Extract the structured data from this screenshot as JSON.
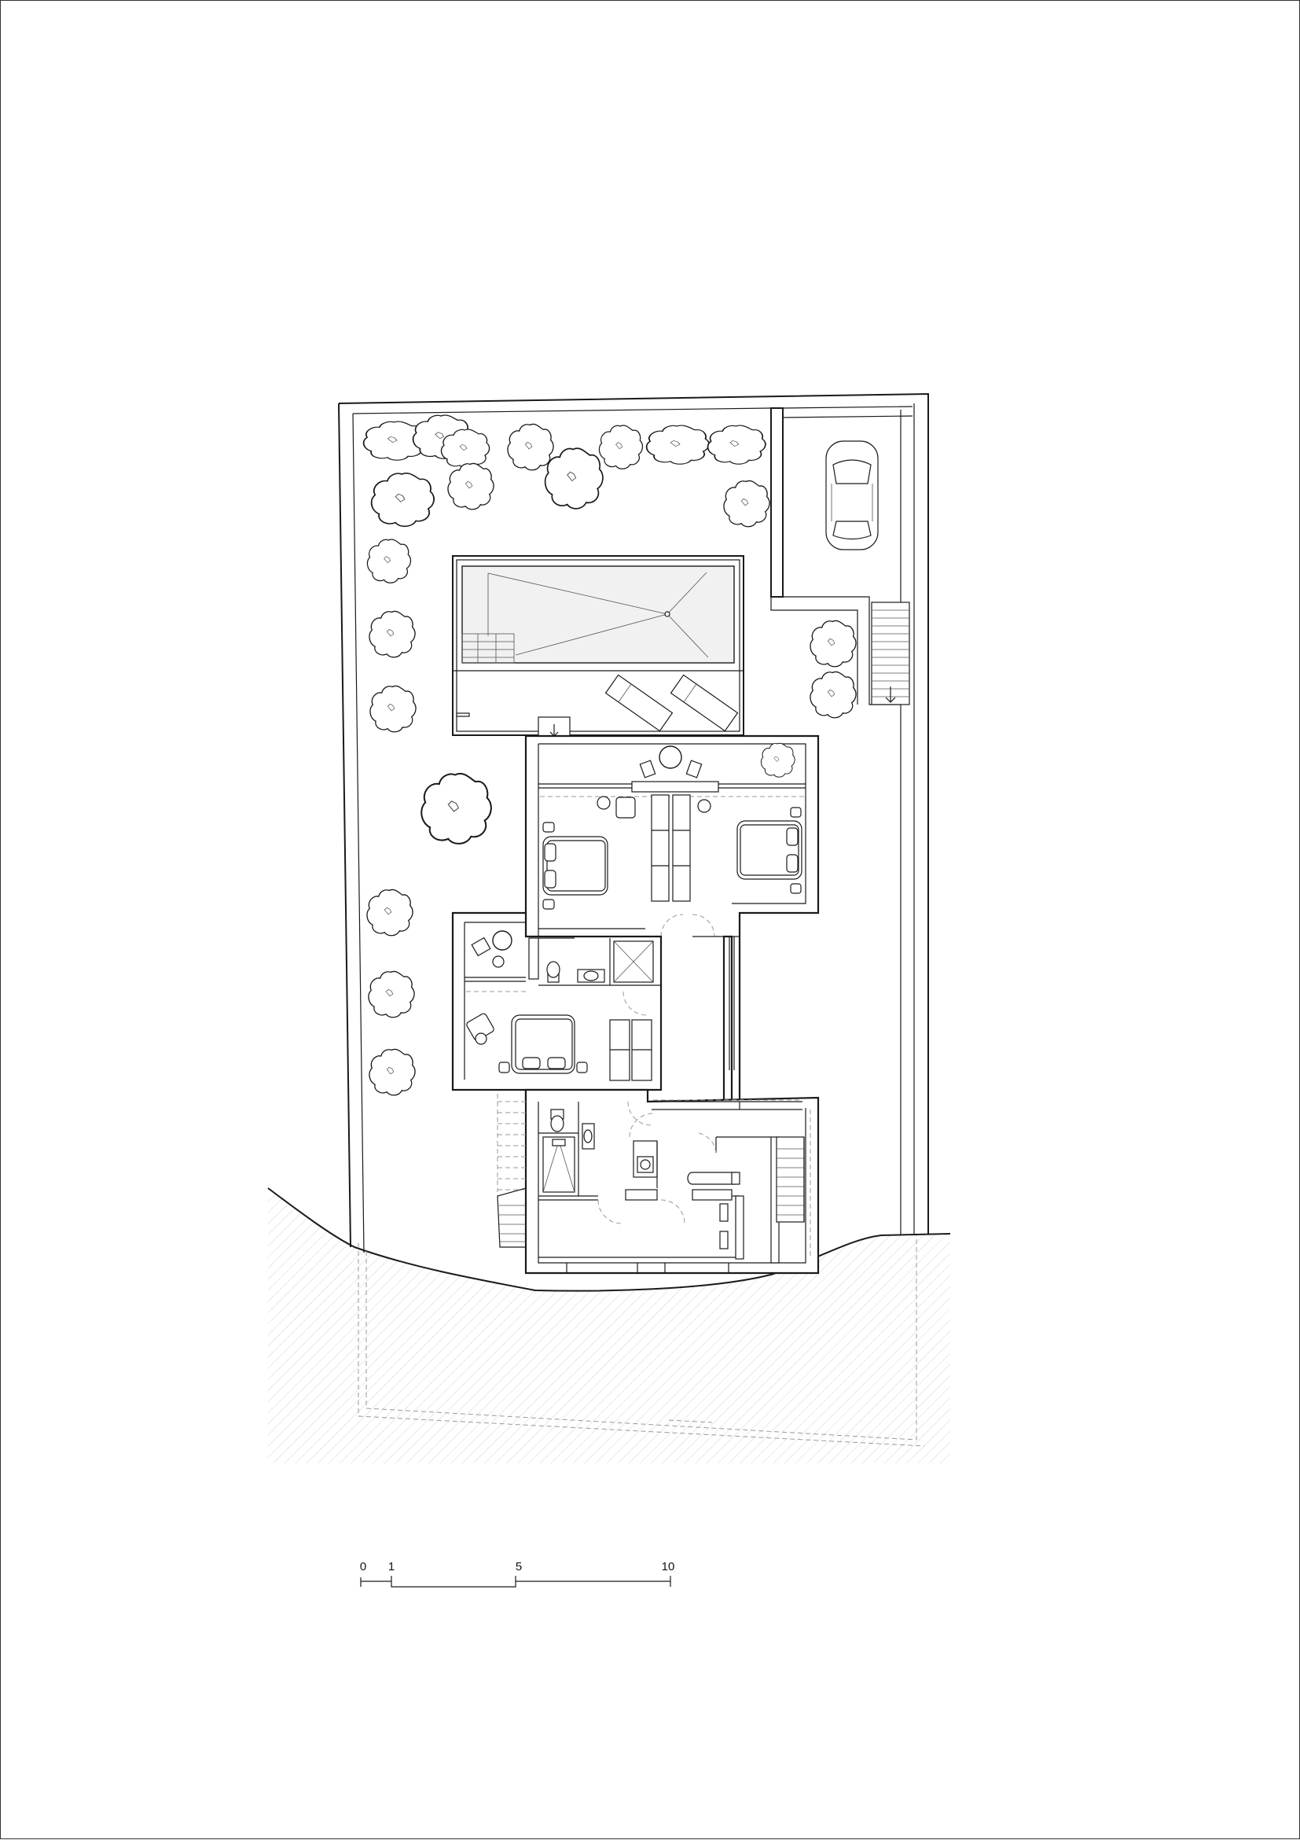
{
  "drawing": {
    "type": "architectural floor plan",
    "line_color": "#1a1a1a",
    "pool_water_color": "#f1f1f1",
    "ground_hatch_color": "#b8b8b8"
  },
  "scale_bar": {
    "ticks": [
      {
        "label": "0",
        "value": 0
      },
      {
        "label": "1",
        "value": 1
      },
      {
        "label": "5",
        "value": 5
      },
      {
        "label": "10",
        "value": 10
      }
    ]
  },
  "icons": {
    "car": "car-icon",
    "tree": "tree-icon",
    "bed": "bed-icon",
    "sunbed": "sunbed-icon",
    "toilet": "toilet-icon",
    "sink": "sink-icon",
    "bathtub": "bathtub-icon"
  }
}
